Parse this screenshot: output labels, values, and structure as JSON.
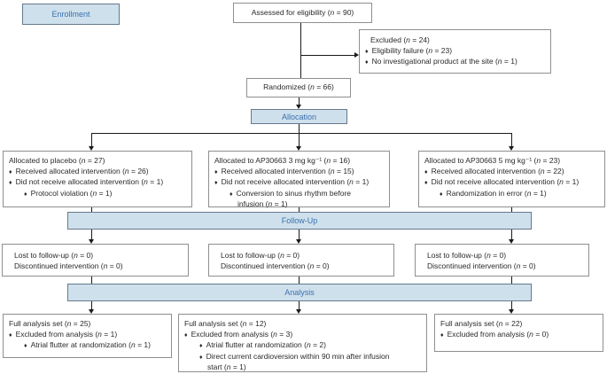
{
  "glyphs": {
    "bullet": "♦"
  },
  "colors": {
    "band_fill": "#cfe0ed",
    "band_border": "#65798b",
    "band_text": "#3a71ae",
    "box_border": "#8f8f8f",
    "box_text": "#2a2a2a",
    "connector": "#1a1a1a"
  },
  "stage_labels": {
    "enrollment": "Enrollment",
    "allocation": "Allocation",
    "followup": "Follow-Up",
    "analysis": "Analysis"
  },
  "top": {
    "assessed": "Assessed for eligibility (n = 90)",
    "randomized": "Randomized (n = 66)",
    "excluded": {
      "lines": [
        {
          "t": "Excluded (n = 24)",
          "lvl": 0
        },
        {
          "t": "Eligibility failure (n = 23)",
          "lvl": 1
        },
        {
          "t": "No investigational product at the site (n = 1)",
          "lvl": 1
        }
      ]
    }
  },
  "columns": [
    {
      "name": "placebo",
      "alloc": {
        "lines": [
          {
            "t": "Allocated to placebo (n = 27)",
            "lvl": 0
          },
          {
            "t": "Received allocated intervention (n = 26)",
            "lvl": 1
          },
          {
            "t": "Did not receive allocated intervention (n = 1)",
            "lvl": 1
          },
          {
            "t": "Protocol violation (n = 1)",
            "lvl": 2
          }
        ]
      },
      "followup": {
        "lines": [
          {
            "t": "Lost to follow-up (n = 0)"
          },
          {
            "t": "Discontinued intervention (n = 0)"
          }
        ]
      },
      "analysis": {
        "lines": [
          {
            "t": "Full analysis set (n = 25)",
            "lvl": 0
          },
          {
            "t": "Excluded from analysis (n = 1)",
            "lvl": 1
          },
          {
            "t": "Atrial flutter at randomization (n = 1)",
            "lvl": 2
          }
        ]
      }
    },
    {
      "name": "AP30663 3 mg kg-1",
      "alloc": {
        "lines": [
          {
            "t": "Allocated to AP30663 3 mg kg⁻¹ (n = 16)",
            "lvl": 0
          },
          {
            "t": "Received allocated intervention (n = 15)",
            "lvl": 1
          },
          {
            "t": "Did not receive allocated intervention (n = 1)",
            "lvl": 1
          },
          {
            "t": "Conversion to sinus rhythm before",
            "lvl": 2
          },
          {
            "t": "infusion (n = 1)",
            "lvl": 3
          }
        ]
      },
      "followup": {
        "lines": [
          {
            "t": "Lost to follow-up (n = 0)"
          },
          {
            "t": "Discontinued intervention (n = 0)"
          }
        ]
      },
      "analysis": {
        "lines": [
          {
            "t": "Full analysis set (n = 12)",
            "lvl": 0
          },
          {
            "t": "Excluded from analysis (n = 3)",
            "lvl": 1
          },
          {
            "t": "Atrial flutter at randomization (n = 2)",
            "lvl": 2
          },
          {
            "t": "Direct current cardioversion within 90 min after infusion",
            "lvl": 2
          },
          {
            "t": "start (n = 1)",
            "lvl": 3
          }
        ]
      }
    },
    {
      "name": "AP30663 5 mg kg-1",
      "alloc": {
        "lines": [
          {
            "t": "Allocated to AP30663 5 mg kg⁻¹ (n = 23)",
            "lvl": 0
          },
          {
            "t": "Received allocated intervention (n = 22)",
            "lvl": 1
          },
          {
            "t": "Did not receive allocated intervention (n = 1)",
            "lvl": 1
          },
          {
            "t": "Randomization in error (n = 1)",
            "lvl": 2
          }
        ]
      },
      "followup": {
        "lines": [
          {
            "t": "Lost to follow-up (n = 0)"
          },
          {
            "t": "Discontinued intervention (n = 0)"
          }
        ]
      },
      "analysis": {
        "lines": [
          {
            "t": "Full analysis set (n = 22)",
            "lvl": 0
          },
          {
            "t": "Excluded from analysis (n = 0)",
            "lvl": 1
          }
        ]
      }
    }
  ]
}
